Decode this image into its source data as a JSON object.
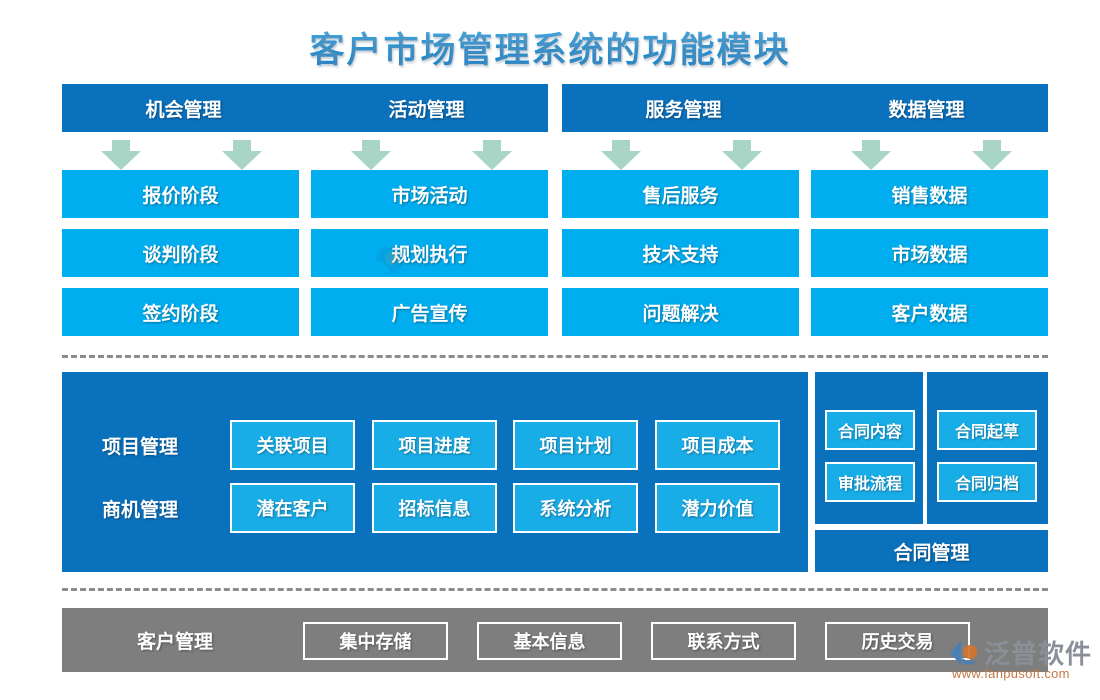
{
  "page": {
    "title": "客户市场管理系统的功能模块",
    "colors": {
      "title_blue": "#2196dd",
      "header_dark_blue": "#0A71BD",
      "box_light_blue": "#00ADEF",
      "cell_blue": "#19ADE8",
      "arrow_green": "#A9D5C6",
      "bottom_gray": "#7E7E7E",
      "dashed_gray": "#8c8c8c",
      "logo_gray": "#8a8f98",
      "logo_orange": "#c0784a"
    }
  },
  "top": {
    "header_bars": [
      {
        "left": "机会管理",
        "right": "活动管理"
      },
      {
        "left": "服务管理",
        "right": "数据管理"
      }
    ],
    "columns": [
      {
        "name": "机会管理",
        "items": [
          "报价阶段",
          "谈判阶段",
          "签约阶段"
        ]
      },
      {
        "name": "活动管理",
        "items": [
          "市场活动",
          "规划执行",
          "广告宣传"
        ]
      },
      {
        "name": "服务管理",
        "items": [
          "售后服务",
          "技术支持",
          "问题解决"
        ]
      },
      {
        "name": "数据管理",
        "items": [
          "销售数据",
          "市场数据",
          "客户数据"
        ]
      }
    ]
  },
  "middle": {
    "rows": [
      {
        "label": "项目管理",
        "items": [
          "关联项目",
          "项目进度",
          "项目计划",
          "项目成本"
        ]
      },
      {
        "label": "商机管理",
        "items": [
          "潜在客户",
          "招标信息",
          "系统分析",
          "潜力价值"
        ]
      }
    ],
    "contract": {
      "left_panel": [
        "合同内容",
        "审批流程"
      ],
      "right_panel": [
        "合同起草",
        "合同归档"
      ],
      "footer": "合同管理"
    }
  },
  "bottom": {
    "label": "客户管理",
    "items": [
      "集中存储",
      "基本信息",
      "联系方式",
      "历史交易"
    ]
  },
  "logo": {
    "name": "泛普软件",
    "url": "www.fanpusoft.com"
  }
}
